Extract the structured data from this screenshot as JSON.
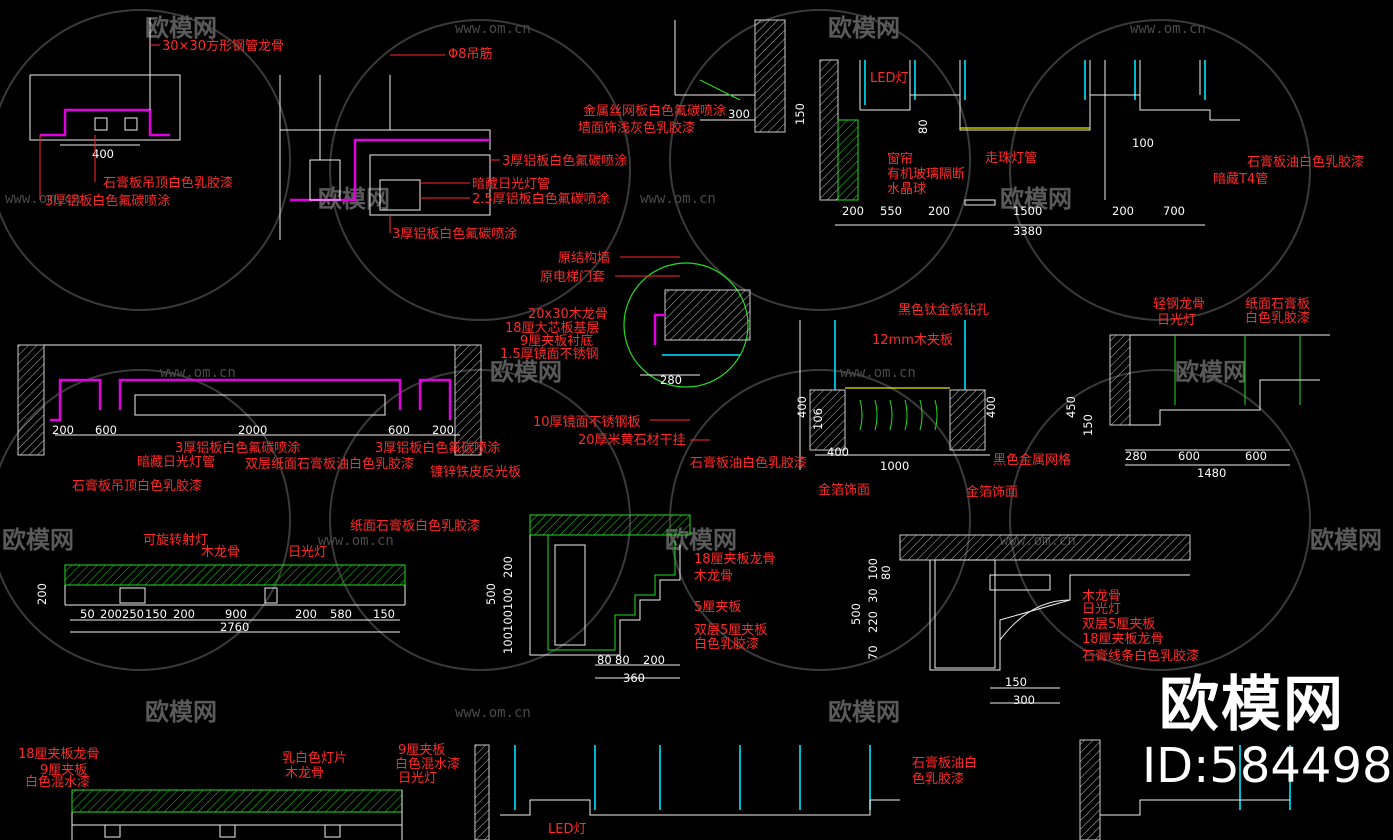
{
  "watermark": {
    "brand": "欧模网",
    "url": "www.om.cn"
  },
  "badge": {
    "name": "欧模网",
    "id": "ID:584498"
  },
  "labels": {
    "p1_a": "30×30方形钢管龙骨",
    "p1_b": "石膏板吊顶白色乳胶漆",
    "p1_c": "3厚铝板白色氟碳喷涂",
    "p1_dim": "400",
    "p2_a": "Φ8吊筋",
    "p2_b": "3厚铝板白色氟碳喷涂",
    "p2_c": "暗藏日光灯管",
    "p2_d": "2.5厚铝板白色氟碳喷涂",
    "p2_e": "3厚铝板白色氟碳喷涂",
    "p3_a": "金属丝网板白色氟碳喷涂",
    "p3_b": "墙面饰浅灰色乳胶漆",
    "p3_dim": "300",
    "p4_led": "LED灯",
    "p4_a": "窗帘",
    "p4_b": "有机玻璃隔断",
    "p4_c": "水晶球",
    "p4_d": "走珠灯管",
    "p4_e": "石膏板油白色乳胶漆",
    "p4_f": "暗藏T4管",
    "p4_dims": [
      "200",
      "550",
      "200",
      "1500",
      "200",
      "700"
    ],
    "p4_total": "3380",
    "p4_small": [
      "150",
      "100",
      "80"
    ],
    "p5_a": "原结构墙",
    "p5_b": "原电梯门套",
    "p5_c": "20x30木龙骨",
    "p5_d": "18厘大芯板基层",
    "p5_e": "9厘夹板衬底",
    "p5_f": "1.5厚镜面不锈钢",
    "p5_g": "10厚镜面不锈钢板",
    "p5_h": "20厚米黄石材干挂",
    "p5_dim": "280",
    "p6_a": "石膏板吊顶白色乳胶漆",
    "p6_b": "暗藏日光灯管",
    "p6_c": "3厚铝板白色氟碳喷涂",
    "p6_d": "双层纸面石膏板油白色乳胶漆",
    "p6_e": "3厚铝板白色氟碳喷涂",
    "p6_f": "镀锌铁皮反光板",
    "p6_dims": [
      "200",
      "600",
      "2000",
      "600",
      "200"
    ],
    "p7_a": "黑色钛金板钻孔",
    "p7_b": "12mm木夹板",
    "p7_c": "石膏板油白色乳胶漆",
    "p7_d": "金箔饰面",
    "p7_e": "黑色金属网格",
    "p7_f": "金箔饰面",
    "p7_dims": [
      "400",
      "106",
      "400",
      "1000",
      "400"
    ],
    "p8_a": "轻钢龙骨",
    "p8_b": "日光灯",
    "p8_c": "纸面石膏板",
    "p8_d": "白色乳胶漆",
    "p8_dims": [
      "280",
      "600",
      "600"
    ],
    "p8_total": "1480",
    "p8_v": [
      "450",
      "150"
    ],
    "p9_a": "可旋转射灯",
    "p9_b": "木龙骨",
    "p9_c": "日光灯",
    "p9_d": "纸面石膏板白色乳胶漆",
    "p9_dims": [
      "50",
      "200",
      "250",
      "150",
      "200",
      "900",
      "200",
      "580",
      "150"
    ],
    "p9_total": "2760",
    "p9_v": "200",
    "p10_a": "18厘夹板龙骨",
    "p10_b": "木龙骨",
    "p10_c": "5厘夹板",
    "p10_d": "双层5厘夹板",
    "p10_e": "白色乳胶漆",
    "p10_dims": [
      "80",
      "80",
      "200"
    ],
    "p10_total": "360",
    "p10_v": [
      "500",
      "200",
      "100",
      "100",
      "100"
    ],
    "p11_a": "木龙骨",
    "p11_b": "日光灯",
    "p11_c": "双层5厘夹板",
    "p11_d": "18厘夹板龙骨",
    "p11_e": "石膏线条白色乳胶漆",
    "p11_dims": [
      "150",
      "300"
    ],
    "p11_v": [
      "500",
      "100",
      "30",
      "220",
      "70",
      "80"
    ],
    "p12_a": "18厘夹板龙骨",
    "p12_b": "9厘夹板",
    "p12_c": "白色混水漆",
    "p13_a": "乳白色灯片",
    "p13_b": "木龙骨",
    "p13_c": "9厘夹板",
    "p13_d": "白色混水漆",
    "p13_e": "日光灯",
    "p14_led": "LED灯",
    "p14_a": "石膏板油白",
    "p14_b": "色乳胶漆"
  },
  "colors": {
    "background": "#000000",
    "label": "#ff2a2a",
    "dimension": "#ffffff",
    "trim": "#e000e0",
    "glass": "#00e5ff",
    "frame": "#22dd22"
  }
}
